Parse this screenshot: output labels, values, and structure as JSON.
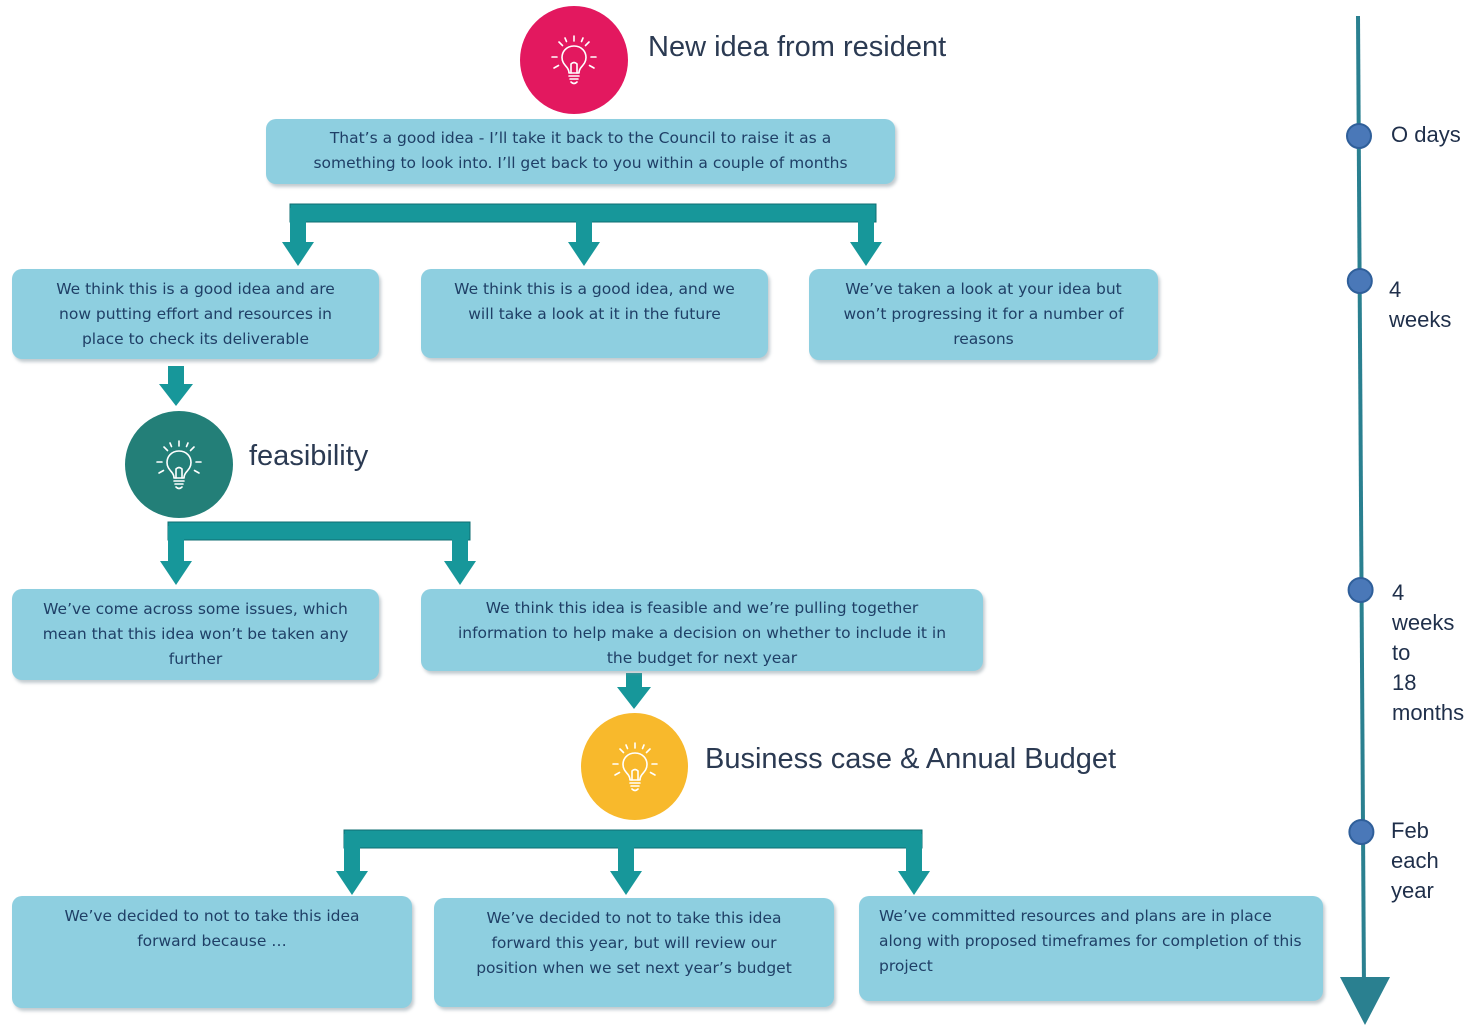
{
  "stages": {
    "new_idea": {
      "title": "New idea from resident",
      "color": "#e3185f"
    },
    "feasibility": {
      "title": "feasibility",
      "color": "#237f78"
    },
    "business_case": {
      "title": "Business case & Annual Budget",
      "color": "#f8b92c"
    }
  },
  "boxes": {
    "good_idea_response": "That’s a good idea - I’ll take it back to the Council to raise it as a something to look into. I’ll get back to you within a couple of months",
    "putting_effort": "We think this is a good idea and are now putting effort and resources in place to check its deliverable",
    "look_in_future": "We think this is a good idea, and we will take a look at it in the future",
    "not_progressing": "We’ve taken a look at your idea but won’t progressing it for a number of reasons",
    "issues_found": "We’ve come across some issues, which mean that this idea won’t be taken any further",
    "feasible": "We think this idea is feasible and we’re pulling together information to help make a decision on whether to include it in the budget for next year",
    "decided_not": "We’ve decided to not to take this idea forward because …",
    "review_next_year": "We’ve decided to not to take this idea forward this year, but will review our position when we set next year’s budget",
    "committed": "We’ve committed resources and plans are in place along with proposed timeframes for completion of this project"
  },
  "timeline": {
    "labels": [
      "O days",
      "4\nweeks",
      "4\nweeks\nto\n18\nmonths",
      "Feb\neach\nyear"
    ],
    "line_color": "#2a8090",
    "dot_color": "#4a78b8"
  },
  "colors": {
    "box_fill": "#8ecfe0",
    "box_text": "#1f3f66",
    "arrow": "#17979a"
  }
}
